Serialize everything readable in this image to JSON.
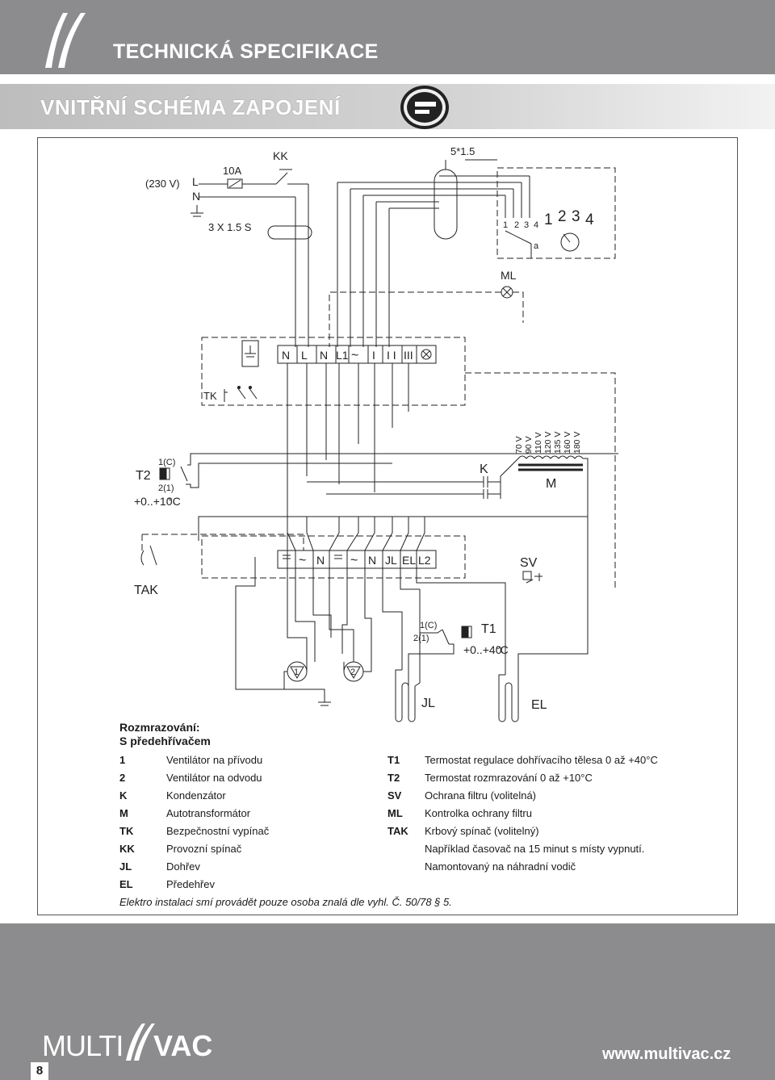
{
  "header": {
    "title": "TECHNICKÁ SPECIFIKACE"
  },
  "section": {
    "title": "VNITŘNÍ SCHÉMA ZAPOJENÍ"
  },
  "diagram": {
    "supply": "(230 V)",
    "L": "L",
    "N": "N",
    "fuse": "10A",
    "kk": "KK",
    "cable3": "3 X 1.5 S",
    "cable5": "5*1.5",
    "ml_small": [
      "1",
      "2",
      "3",
      "4"
    ],
    "ml_big": [
      "1",
      "2",
      "3",
      "4"
    ],
    "ml_a": "a",
    "ml": "ML",
    "term_top": [
      "N",
      "L",
      "N",
      "L1",
      "~",
      "I",
      "I I",
      "III"
    ],
    "tk": "TK",
    "t2": "T2",
    "t2_c": "1(C)",
    "t2_1": "2(1)",
    "t2_range": "+0..+10",
    "t2_unit": "°C",
    "k": "K",
    "volts": [
      "70 V",
      "90 V",
      "110 V",
      "120 V",
      "135 V",
      "160 V",
      "180 V"
    ],
    "m": "M",
    "term_bot": [
      "N",
      "N",
      "JL",
      "EL",
      "L2"
    ],
    "sv": "SV",
    "tak": "TAK",
    "t1": "T1",
    "t1_c": "1(C)",
    "t1_1": "2(1)",
    "t1_range": "+0..+40",
    "t1_unit": "°C",
    "fan1": "1",
    "fan2": "2",
    "jl": "JL",
    "el": "EL",
    "deg": "°C"
  },
  "legend": {
    "heading1": "Rozmrazování:",
    "heading2": "S předehřívačem",
    "left": [
      {
        "k": "1",
        "v": "Ventilátor na přívodu"
      },
      {
        "k": "2",
        "v": "Ventilátor na odvodu"
      },
      {
        "k": "K",
        "v": "Kondenzátor"
      },
      {
        "k": "M",
        "v": "Autotransformátor"
      },
      {
        "k": "TK",
        "v": "Bezpečnostní vypínač"
      },
      {
        "k": "KK",
        "v": "Provozní spínač"
      },
      {
        "k": "JL",
        "v": "Dohřev"
      },
      {
        "k": "EL",
        "v": "Předehřev"
      }
    ],
    "right": [
      {
        "k": "T1",
        "v": "Termostat regulace dohřívacího tělesa 0 až +40°C"
      },
      {
        "k": "T2",
        "v": "Termostat rozmrazování 0 až +10°C"
      },
      {
        "k": "SV",
        "v": "Ochrana filtru (volitelná)"
      },
      {
        "k": "ML",
        "v": "Kontrolka ochrany filtru"
      },
      {
        "k": "TAK",
        "v": "Krbový spínač (volitelný)"
      },
      {
        "k": "",
        "v": "Například časovač na 15 minut s místy vypnutí."
      },
      {
        "k": "",
        "v": "Namontovaný na náhradní vodič"
      }
    ],
    "note": "Elektro instalaci smí provádět pouze osoba znalá dle vyhl. Č. 50/78 § 5."
  },
  "footer": {
    "brand_left": "MULTI",
    "brand_right": "VAC",
    "website": "www.multivac.cz",
    "page": "8"
  }
}
